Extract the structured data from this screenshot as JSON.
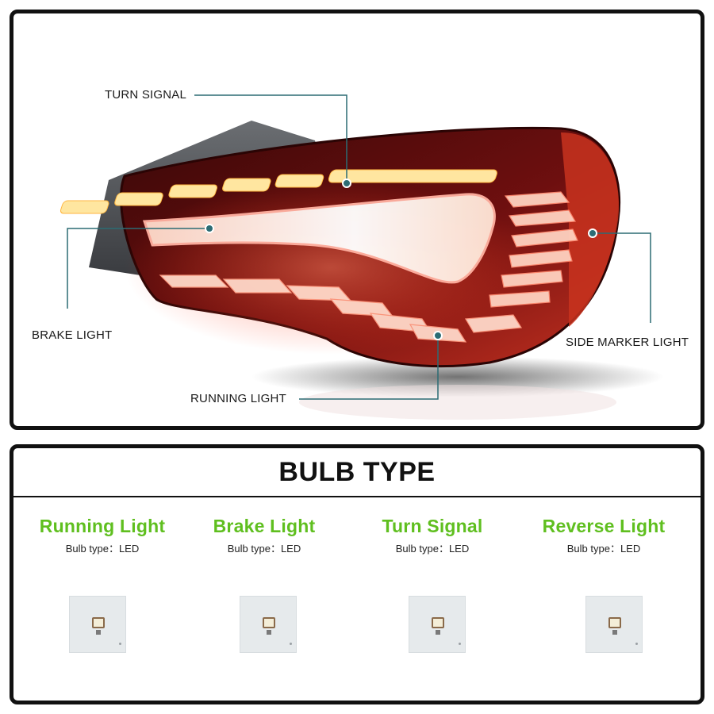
{
  "callouts": {
    "turn_signal": "TURN SIGNAL",
    "brake_light": "BRAKE LIGHT",
    "side_marker_light": "SIDE MARKER LIGHT",
    "running_light": "RUNNING LIGHT"
  },
  "bulb_section": {
    "title": "BULB TYPE",
    "items": [
      {
        "name": "Running Light",
        "bulb_type": "Bulb type：LED"
      },
      {
        "name": "Brake Light",
        "bulb_type": "Bulb type：LED"
      },
      {
        "name": "Turn Signal",
        "bulb_type": "Bulb type：LED"
      },
      {
        "name": "Reverse Light",
        "bulb_type": "Bulb type：LED"
      }
    ]
  },
  "colors": {
    "accent_green": "#5fbf1f",
    "callout_line": "#2c6c74",
    "frame": "#111111",
    "lens_red": "#8c1010"
  }
}
